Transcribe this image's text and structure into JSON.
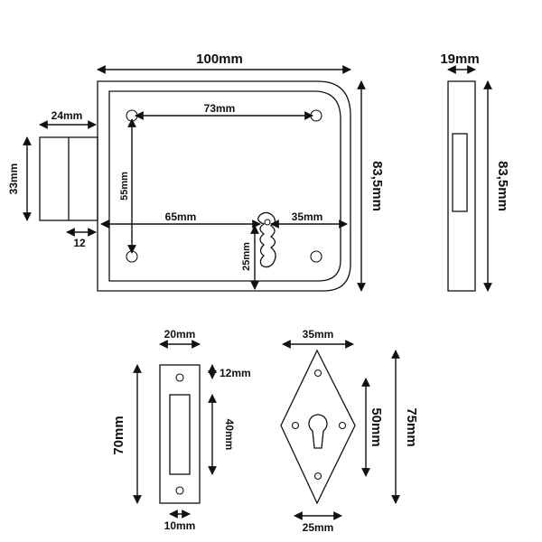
{
  "lock_body": {
    "width": "100mm",
    "height": "83,5mm",
    "hole_span_horizontal": "73mm",
    "hole_span_vertical": "55mm",
    "key_offset_left": "65mm",
    "key_offset_right": "35mm",
    "key_offset_bottom": "25mm"
  },
  "bolt": {
    "width": "24mm",
    "height": "33mm",
    "projection": "12"
  },
  "side_view": {
    "thickness": "19mm",
    "height": "83,5mm"
  },
  "strike_plate": {
    "width": "20mm",
    "height": "70mm",
    "top_offset": "12mm",
    "slot_height": "40mm",
    "slot_width": "10mm"
  },
  "escutcheon": {
    "width": "35mm",
    "height": "75mm",
    "inner_height": "50mm",
    "bottom_width": "25mm"
  }
}
